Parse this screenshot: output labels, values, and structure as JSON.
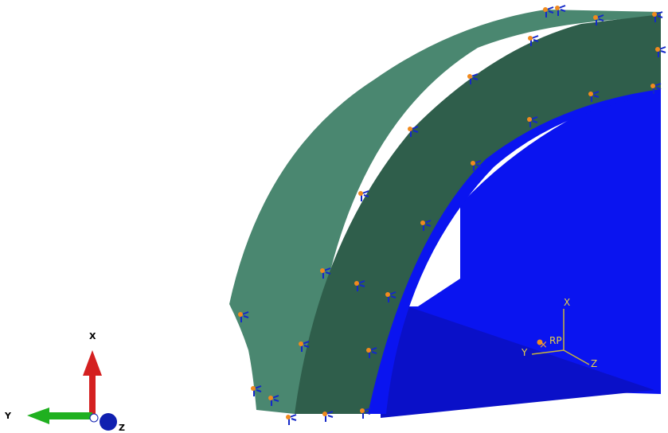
{
  "viewport": {
    "background": "#ffffff",
    "model": {
      "outer_face_color": "#4a8770",
      "inner_face_color": "#2f5e4b",
      "solid_body_color": "#0a14f0",
      "solid_floor_color": "#0a10c8",
      "marker_orange": "#f08a1e",
      "marker_blue": "#1428c8"
    },
    "reference_point": {
      "label": "RP",
      "csys_color": "#c8b43c",
      "axis_x_label": "X",
      "axis_y_label": "Y",
      "axis_z_label": "Z"
    },
    "view_triad": {
      "x_label": "X",
      "y_label": "Y",
      "z_label": "Z",
      "x_color": "#d42020",
      "y_color": "#20b020",
      "z_color": "#1020b0"
    }
  }
}
